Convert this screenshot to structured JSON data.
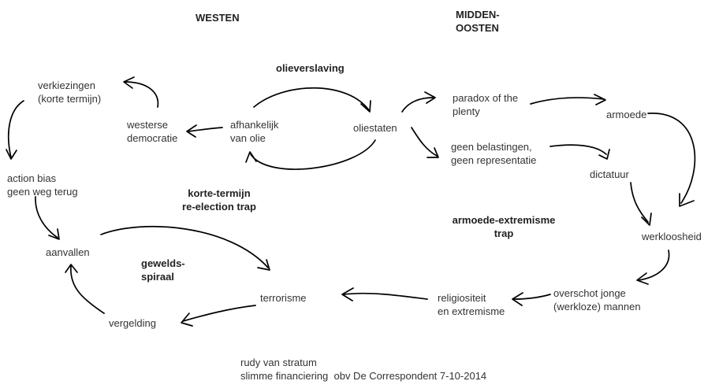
{
  "headers": {
    "west": "WESTEN",
    "mideast": [
      "MIDDEN-",
      "OOSTEN"
    ]
  },
  "loop_titles": {
    "oil_addiction": "olieverslaving",
    "reelection_trap": [
      "korte-termijn",
      "re-election trap"
    ],
    "violence_spiral": [
      "gewelds-",
      "spiraal"
    ],
    "poverty_extremism_trap": [
      "armoede-extremisme",
      "trap"
    ]
  },
  "nodes": {
    "elections": [
      "verkiezingen",
      "(korte termijn)"
    ],
    "western_democracy": [
      "westerse",
      "democratie"
    ],
    "oil_dependency": [
      "afhankelijk",
      "van olie"
    ],
    "oil_states": "oliestaten",
    "paradox": [
      "paradox of the",
      "plenty"
    ],
    "poverty": "armoede",
    "no_taxes": [
      "geen belastingen,",
      "geen representatie"
    ],
    "dictatorship": "dictatuur",
    "action_bias": [
      "action bias",
      "geen weg terug"
    ],
    "attacks": "aanvallen",
    "unemployment": "werkloosheid",
    "young_men": [
      "overschot jonge",
      "(werkloze) mannen"
    ],
    "religiosity": [
      "religiositeit",
      "en extremisme"
    ],
    "terrorism": "terrorisme",
    "retaliation": "vergelding"
  },
  "credit": [
    "rudy van stratum",
    "slimme financiering  obv De Correspondent 7-10-2014"
  ]
}
